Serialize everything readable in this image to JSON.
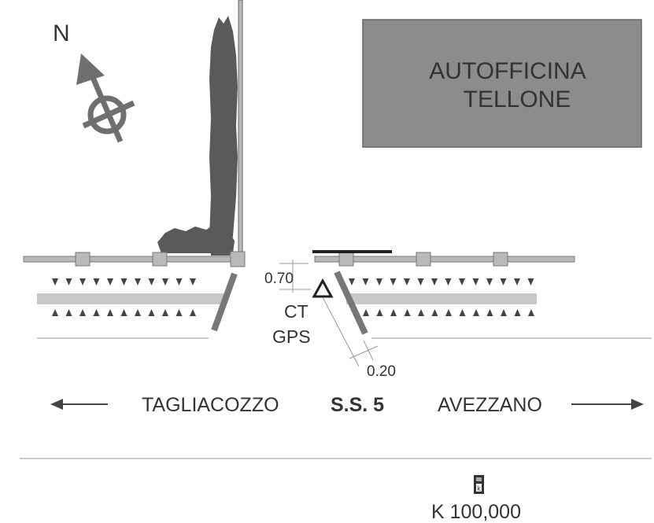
{
  "compass": {
    "label": "N",
    "icon": "north-arrow-icon"
  },
  "building": {
    "line1": "AUTOFFICINA",
    "line2": "TELLONE",
    "color": "#8c8c8c"
  },
  "survey": {
    "offset_top": "0.70",
    "offset_bottom": "0.20",
    "point_line1": "CT",
    "point_line2": "GPS",
    "point_icon": "triangle-survey-point-icon"
  },
  "road": {
    "west_direction": "TAGLIACOZZO",
    "road_name": "S.S. 5",
    "east_direction": "AVEZZANO"
  },
  "kilometer_marker": {
    "icon_letter": "k",
    "label": "K 100,000",
    "icon": "kilometer-stone-icon"
  },
  "colors": {
    "ink": "#333333",
    "fill_gray": "#8c8c8c",
    "light_gray": "#c8c8c8",
    "hedge": "#5a5a5a"
  }
}
